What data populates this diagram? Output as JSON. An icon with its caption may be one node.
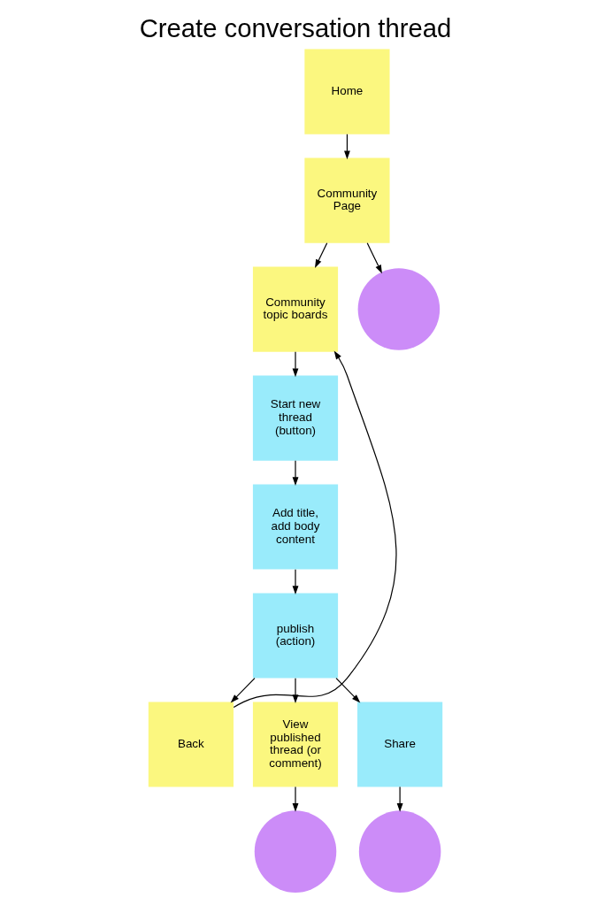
{
  "diagram": {
    "title": "Create conversation thread",
    "nodes": [
      {
        "text": [
          "Home"
        ]
      },
      {
        "text": [
          "Community Page"
        ]
      },
      {
        "text": [
          "Community topic boards"
        ]
      },
      {
        "text": [],
        "shape": "circle"
      },
      {
        "text": [
          "Start new thread (button)"
        ]
      },
      {
        "text": [
          "Add title, add body content"
        ]
      },
      {
        "text": [
          "publish (action)"
        ]
      },
      {
        "text": [
          "Back"
        ]
      },
      {
        "text": [
          "View published thread (or comment)"
        ]
      },
      {
        "text": [
          "Share"
        ]
      },
      {
        "text": [],
        "shape": "circle"
      },
      {
        "text": [],
        "shape": "circle"
      }
    ],
    "edges": [
      {
        "from": 0,
        "to": 1,
        "arrow": "to"
      },
      {
        "from": 1,
        "to": 2,
        "arrow": "to"
      },
      {
        "from": 1,
        "to": 3,
        "arrow": "to"
      },
      {
        "from": 2,
        "to": 4,
        "arrow": "to"
      },
      {
        "from": 4,
        "to": 5,
        "arrow": "to"
      },
      {
        "from": 5,
        "to": 6,
        "arrow": "to"
      },
      {
        "from": 6,
        "to": 7,
        "arrow": "to"
      },
      {
        "from": 6,
        "to": 8,
        "arrow": "to"
      },
      {
        "from": 6,
        "to": 9,
        "arrow": "to"
      },
      {
        "from": 7,
        "to": 2,
        "arrow": "to"
      },
      {
        "from": 8,
        "to": 10,
        "arrow": "to"
      },
      {
        "from": 9,
        "to": 11,
        "arrow": "to"
      }
    ]
  }
}
